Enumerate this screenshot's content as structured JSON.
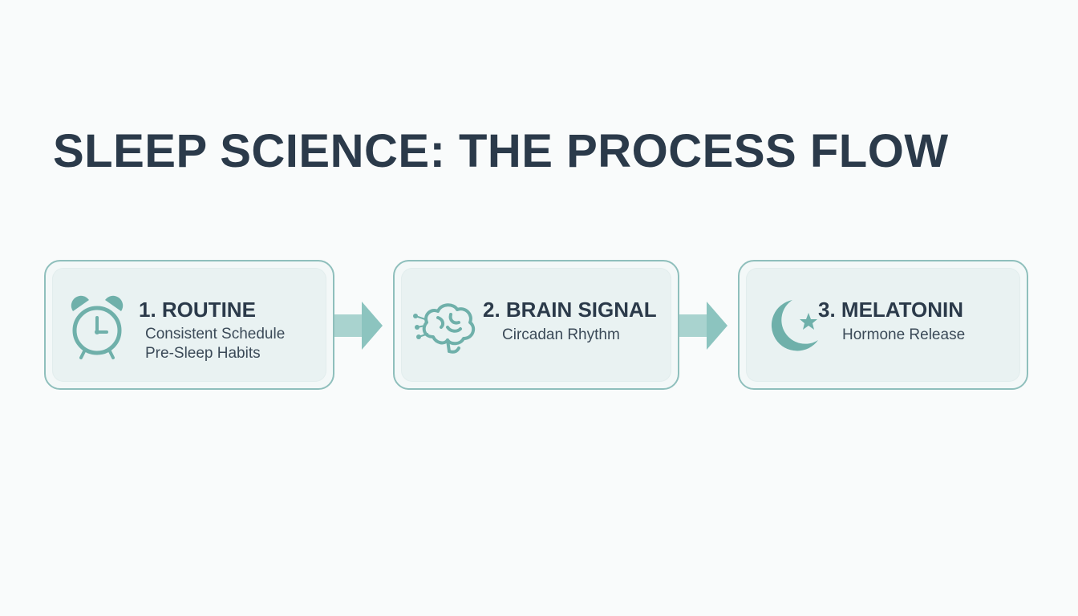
{
  "title": "SLEEP SCIENCE: THE PROCESS FLOW",
  "colors": {
    "accent": "#6fb0aa",
    "border": "#8fbfbc",
    "text_dark": "#2b3a4a",
    "card_bg": "#e9f2f2"
  },
  "steps": [
    {
      "heading": "1. ROUTINE",
      "lines": [
        "Consistent Schedule",
        "Pre-Sleep Habits"
      ],
      "icon": "alarm-clock-icon"
    },
    {
      "heading": "2. BRAIN SIGNAL",
      "lines": [
        "Circadan Rhythm"
      ],
      "icon": "brain-icon"
    },
    {
      "heading": "3. MELATONIN",
      "lines": [
        "Hormone Release"
      ],
      "icon": "moon-star-icon"
    }
  ]
}
